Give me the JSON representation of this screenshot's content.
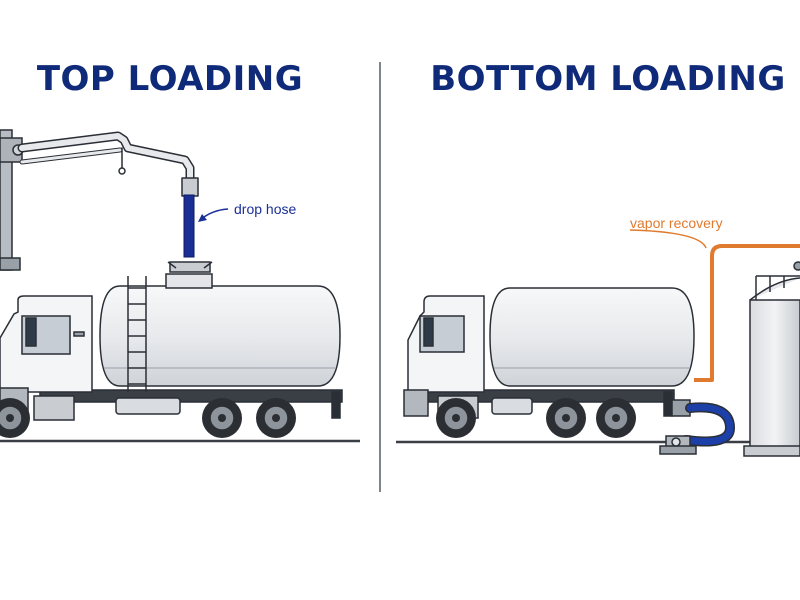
{
  "panels": {
    "top": {
      "title": "TOP LOADING",
      "callout": "drop hose"
    },
    "bottom": {
      "title": "BOTTOM LOADING",
      "callout": "vapor recovery"
    }
  },
  "colors": {
    "title": "#0f2a78",
    "drop_hose": "#1a2f96",
    "vapor_line": "#e07a2e",
    "loading_hose": "#1d3fa8",
    "outline": "#2a2f36",
    "tank_fill": "#e9ebee",
    "cab_fill": "#f4f5f7",
    "steel": "#9aa0a7",
    "ground": "#3a3f46"
  }
}
